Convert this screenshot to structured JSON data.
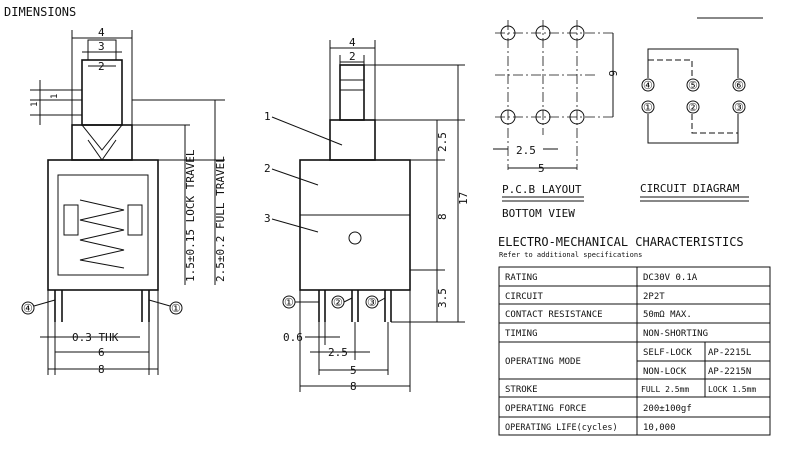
{
  "title": "DIMENSIONS",
  "side_view": {
    "dims": {
      "w4": "4",
      "w3": "3",
      "w2": "2",
      "h1a": "1",
      "h1b": "1",
      "lock_travel": "1.5±0.15 LOCK TRAVEL",
      "full_travel": "2.5±0.2 FULL TRAVEL",
      "thk": "0.3 THK",
      "w6": "6",
      "w8": "8"
    },
    "pins": [
      "④",
      "①"
    ]
  },
  "front_view": {
    "dims": {
      "w4": "4",
      "w2": "2",
      "h2_5": "2.5",
      "h8": "8",
      "h17": "17",
      "h3_5": "3.5",
      "p0_6": "0.6",
      "p2_5": "2.5",
      "p5": "5",
      "p8": "8"
    },
    "callouts": [
      "1",
      "2",
      "3"
    ],
    "pins": [
      "①",
      "②",
      "③"
    ]
  },
  "pcb": {
    "dim_6": "6",
    "dim_2_5": "2.5",
    "dim_5": "5",
    "title": "P.C.B LAYOUT",
    "subtitle": "BOTTOM VIEW"
  },
  "circuit": {
    "pins_top": [
      "④",
      "⑤",
      "⑥"
    ],
    "pins_bottom": [
      "①",
      "②",
      "③"
    ],
    "title": "CIRCUIT DIAGRAM"
  },
  "characteristics": {
    "title": "ELECTRO-MECHANICAL CHARACTERISTICS",
    "subtitle": "Refer to additional specifications",
    "rows": {
      "rating": {
        "label": "RATING",
        "value": "DC30V 0.1A"
      },
      "circuit": {
        "label": "CIRCUIT",
        "value": "2P2T"
      },
      "resistance": {
        "label": "CONTACT RESISTANCE",
        "value": "50mΩ MAX."
      },
      "timing": {
        "label": "TIMING",
        "value": "NON-SHORTING"
      },
      "mode": {
        "label": "OPERATING MODE",
        "self_lock": "SELF-LOCK",
        "self_lock_part": "AP-2215L",
        "non_lock": "NON-LOCK",
        "non_lock_part": "AP-2215N"
      },
      "stroke": {
        "label": "STROKE",
        "full": "FULL 2.5mm",
        "lock": "LOCK 1.5mm"
      },
      "force": {
        "label": "OPERATING FORCE",
        "value": "200±100gf"
      },
      "life": {
        "label": "OPERATING LIFE(cycles)",
        "value": "10,000"
      }
    }
  }
}
